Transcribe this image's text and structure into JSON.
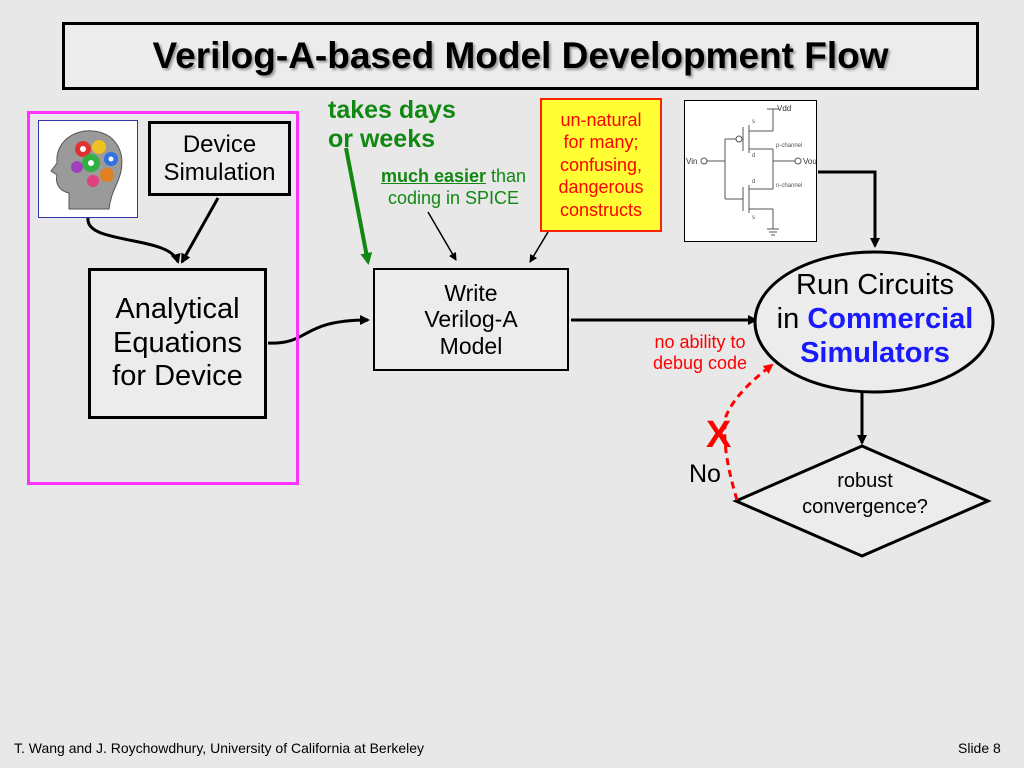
{
  "slide": {
    "title": "Verilog-A-based Model Development Flow",
    "footer_left": "T. Wang and J. Roychowdhury, University of California at Berkeley",
    "footer_right": "Slide 8"
  },
  "nodes": {
    "device_simulation": [
      "Device",
      "Simulation"
    ],
    "analytical_equations": [
      "Analytical",
      "Equations",
      "for Device"
    ],
    "write_verilog": [
      "Write",
      "Verilog-A",
      "Model"
    ],
    "run_circuits_line1": "Run Circuits",
    "run_circuits_in": "in",
    "run_circuits_commercial": "Commercial",
    "run_circuits_simulators": "Simulators",
    "robust_convergence": [
      "robust",
      "convergence?"
    ]
  },
  "annotations": {
    "takes_days": [
      "takes days",
      "or weeks"
    ],
    "much_easier": "much easier",
    "than": " than",
    "coding_spice": "coding in SPICE",
    "unnatural": [
      "un-natural",
      "for many;",
      "confusing,",
      "dangerous",
      "constructs"
    ],
    "no_ability": [
      "no ability to",
      "debug code"
    ],
    "no_label": "No",
    "x_mark": "X"
  },
  "circuit": {
    "vdd": "Vdd",
    "vin": "Vin",
    "vout": "Vout",
    "p_channel": "p-channel",
    "n_channel": "n-channel",
    "s": "s",
    "d": "d"
  },
  "colors": {
    "green": "#118811",
    "red": "#ff0000",
    "blue": "#1a1aff",
    "magenta": "#ff33ff",
    "yellow": "#ffff33"
  }
}
